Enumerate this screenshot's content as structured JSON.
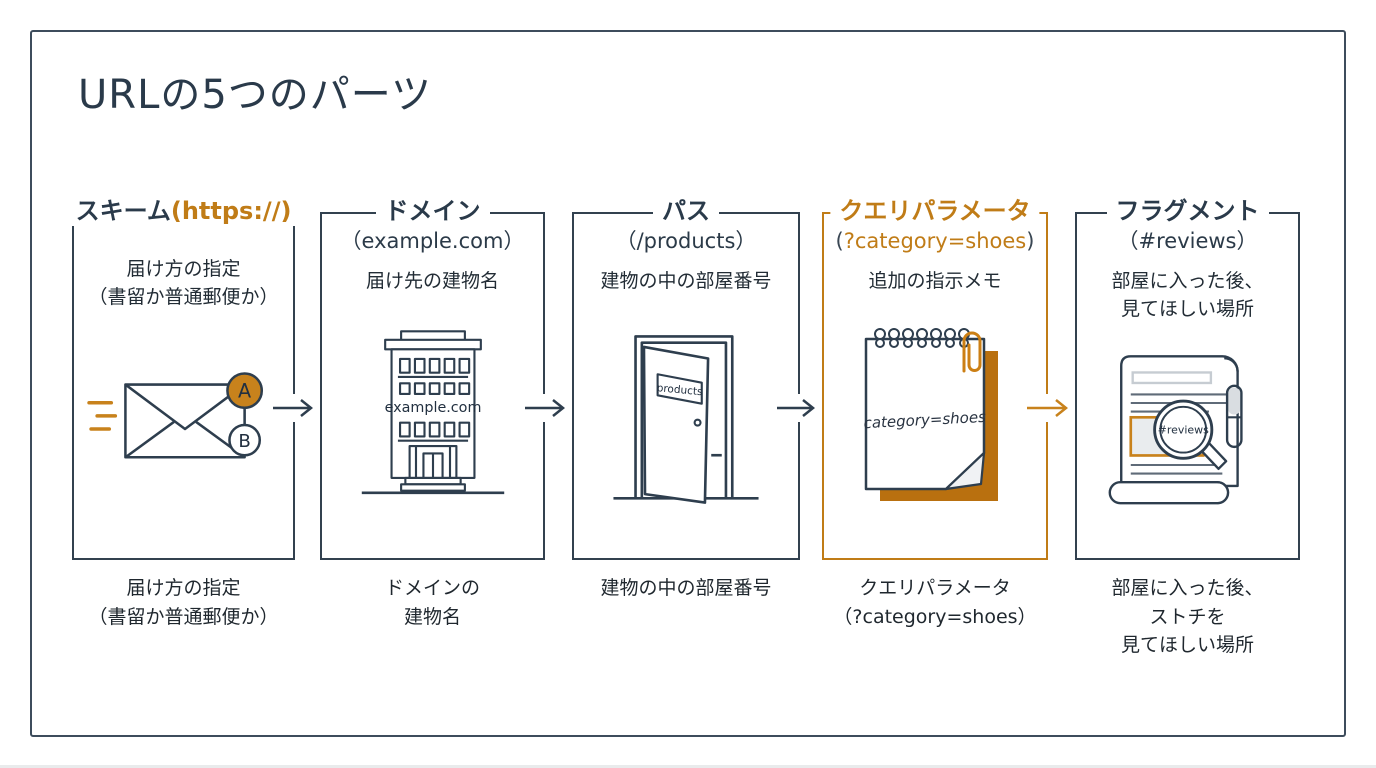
{
  "slide": {
    "title": "URLの5つのパーツ",
    "colors": {
      "navy": "#2e3e4e",
      "orange": "#c07c17"
    },
    "sections": [
      {
        "name": "scheme",
        "title": "スキーム",
        "title_suffix": "(https://)",
        "desc_line1": "届け方の指定",
        "desc_line2": "（書留か普通郵便か）",
        "caption_line1": "届け方の指定",
        "caption_line2": "（書留か普通郵便か）",
        "icon": {
          "label_a": "A",
          "label_b": "B"
        }
      },
      {
        "name": "domain",
        "title": "ドメイン",
        "subtitle": "（example.com）",
        "desc_line1": "届け先の建物名",
        "caption_line1": "ドメインの",
        "caption_line2": "建物名",
        "icon": {
          "sign": "example.com"
        }
      },
      {
        "name": "path",
        "title": "パス",
        "subtitle": "（/products）",
        "desc_line1": "建物の中の部屋番号",
        "caption_line1": "建物の中の部屋番号",
        "icon": {
          "sign": "products"
        }
      },
      {
        "name": "query",
        "title": "クエリパラメータ",
        "subtitle_open": "(",
        "subtitle_value": "?category=shoes",
        "subtitle_close": ")",
        "desc_line1": "追加の指示メモ",
        "caption_line1": "クエリパラメータ",
        "caption_line2": "（?category=shoes）",
        "icon": {
          "note": "category=shoes"
        }
      },
      {
        "name": "fragment",
        "title": "フラグメント",
        "subtitle": "（#reviews）",
        "desc_line1": "部屋に入った後、",
        "desc_line2": "見てほしい場所",
        "caption_line1": "部屋に入った後、",
        "caption_line2": "ストチを",
        "caption_line3": "見てほしい場所",
        "icon": {
          "lens": "#reviews"
        }
      }
    ]
  }
}
